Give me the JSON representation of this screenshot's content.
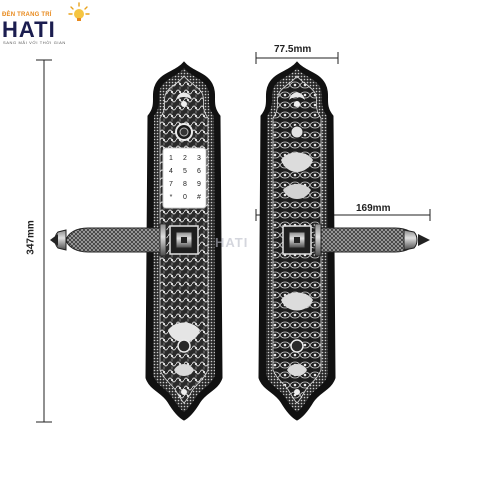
{
  "logo": {
    "tagline": "ĐÈN TRANG TRÍ",
    "brand": "HATI",
    "subline": "SANG MÃI VỚI THỜI GIAN"
  },
  "dimensions": {
    "height": "347mm",
    "plate_width": "77.5mm",
    "handle_length": "169mm"
  },
  "keypad": {
    "keys": [
      "1",
      "2",
      "3",
      "4",
      "5",
      "6",
      "7",
      "8",
      "9",
      "*",
      "0",
      "#"
    ]
  },
  "watermark": "HATI",
  "colors": {
    "brand_navy": "#1b1d4f",
    "brand_orange": "#e8891c",
    "metal_dark": "#1e1e1e",
    "metal_light": "#c9c9c9"
  }
}
